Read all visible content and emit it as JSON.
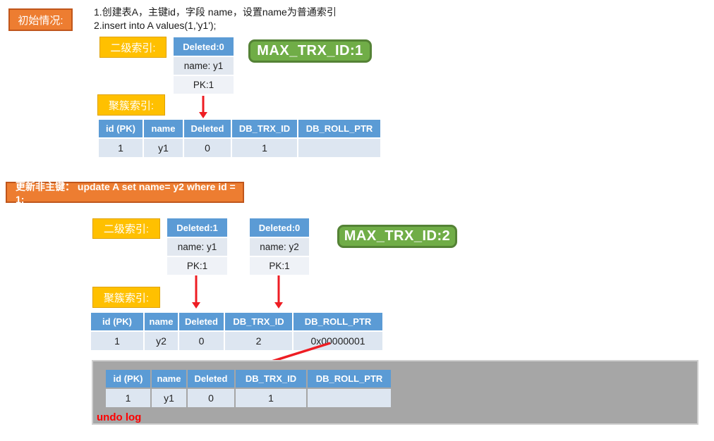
{
  "colors": {
    "orange": "#ED7D31",
    "orange_border": "#C0561B",
    "yellow": "#FFC000",
    "yellow_border": "#DFA100",
    "green": "#70AD47",
    "green_border": "#548235",
    "header_blue": "#5B9BD5",
    "row_blue": "#DDE6F1",
    "gray_panel": "#A6A6A6",
    "arrow_red": "#EE1D23",
    "undo_red": "#FF0000"
  },
  "section1": {
    "tag": "初始情况:",
    "desc": {
      "line1": "1.创建表A，主键id，字段 name，设置name为普通索引",
      "line2": "2.insert into A values(1,'y1');"
    },
    "secondary_index_label": "二级索引:",
    "clustered_index_label": "聚簇索引:",
    "max_trx_badge": "MAX_TRX_ID:1",
    "index_box": {
      "header": "Deleted:0",
      "name_row": "name: y1",
      "pk_row": "PK:1"
    },
    "table": {
      "headers": [
        "id (PK)",
        "name",
        "Deleted",
        "DB_TRX_ID",
        "DB_ROLL_PTR"
      ],
      "row": [
        "1",
        "y1",
        "0",
        "1",
        ""
      ]
    }
  },
  "section2": {
    "banner": "更新非主键： update A set name= y2 where id = 1;",
    "secondary_index_label": "二级索引:",
    "clustered_index_label": "聚簇索引:",
    "max_trx_badge": "MAX_TRX_ID:2",
    "index_box_old": {
      "header": "Deleted:1",
      "name_row": "name: y1",
      "pk_row": "PK:1"
    },
    "index_box_new": {
      "header": "Deleted:0",
      "name_row": "name: y2",
      "pk_row": "PK:1"
    },
    "table": {
      "headers": [
        "id (PK)",
        "name",
        "Deleted",
        "DB_TRX_ID",
        "DB_ROLL_PTR"
      ],
      "row": [
        "1",
        "y2",
        "0",
        "2",
        "0x00000001"
      ]
    },
    "undo_log": {
      "label": "undo log",
      "table": {
        "headers": [
          "id (PK)",
          "name",
          "Deleted",
          "DB_TRX_ID",
          "DB_ROLL_PTR"
        ],
        "row": [
          "1",
          "y1",
          "0",
          "1",
          ""
        ]
      }
    }
  }
}
